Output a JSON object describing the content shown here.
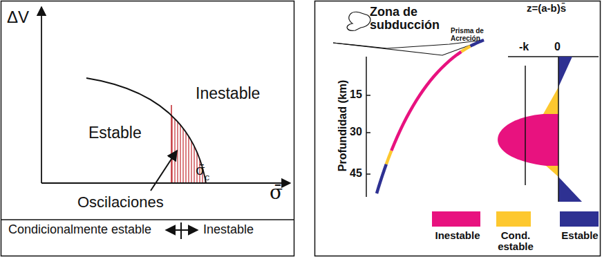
{
  "diagram": {
    "labels": [
      "ΔV",
      "Estable",
      "Inestable",
      "Oscilaciones",
      "σ̄",
      "c",
      "σ̄",
      "Condicionalmente estable",
      "Inestable",
      "Zona de subducción",
      "Prisma de Acreción",
      "z=(a-b)s̄",
      "-k",
      "0",
      "Profundidad (km)",
      "15",
      "30",
      "45"
    ],
    "legend": [
      {
        "text": "Inestable",
        "color": "#e8127f"
      },
      {
        "text": "Cond. estable",
        "color": "#fdc82f"
      },
      {
        "text": "Estable",
        "color": "#2e3192"
      }
    ]
  }
}
